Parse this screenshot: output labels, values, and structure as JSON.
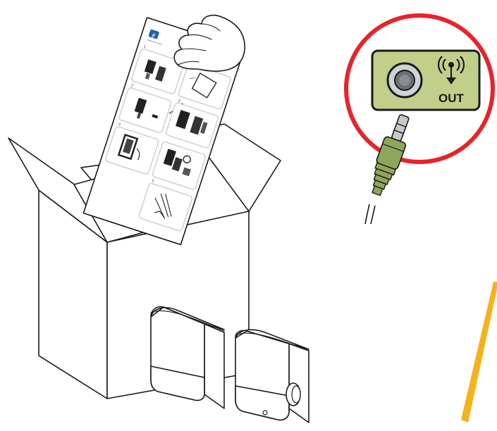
{
  "jack_panel": {
    "label": "OUT",
    "icon": "audio-out-icon",
    "panel_color": "#c2cf8a",
    "highlight_color": "#e8232a"
  },
  "cable": {
    "plug_color": "#8fa65a",
    "tip_color": "#c8c8c8"
  },
  "accent": {
    "pencil_color": "#f5b21b"
  },
  "setup_sheet": {
    "logo_icon": "hp-logo-icon",
    "logo_color": "#1f5fb0",
    "step_numbers": [
      "1",
      "2",
      "3",
      "4",
      "5"
    ],
    "heading_lines": [
      "",
      ""
    ]
  }
}
